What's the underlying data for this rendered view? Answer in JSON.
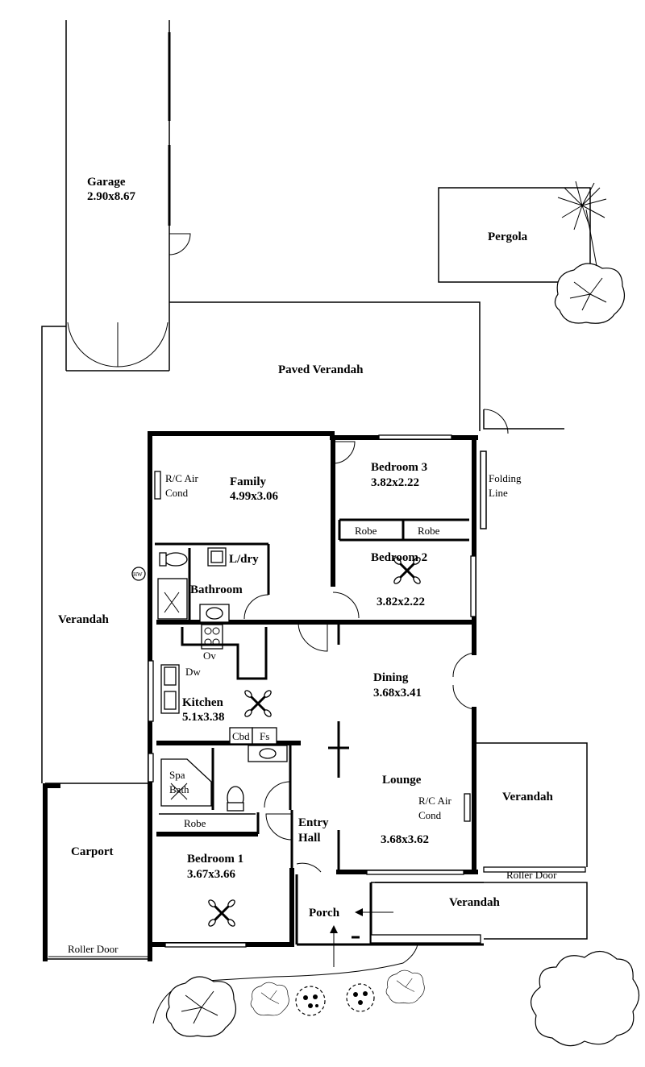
{
  "rooms": {
    "garage": {
      "name": "Garage",
      "size": "2.90x8.67"
    },
    "pergola": {
      "name": "Pergola"
    },
    "paved_verandah": {
      "name": "Paved Verandah"
    },
    "family": {
      "name": "Family",
      "size": "4.99x3.06"
    },
    "bedroom3": {
      "name": "Bedroom 3",
      "size": "3.82x2.22"
    },
    "bedroom2": {
      "name": "Bedroom 2",
      "size": "3.82x2.22"
    },
    "bathroom": {
      "name": "Bathroom"
    },
    "laundry": {
      "name": "L/dry"
    },
    "kitchen": {
      "name": "Kitchen",
      "size": "5.1x3.38"
    },
    "dining": {
      "name": "Dining",
      "size": "3.68x3.41"
    },
    "lounge": {
      "name": "Lounge",
      "size": "3.68x3.62"
    },
    "entry_hall": {
      "line1": "Entry",
      "line2": "Hall"
    },
    "bedroom1": {
      "name": "Bedroom 1",
      "size": "3.67x3.66"
    },
    "carport": {
      "name": "Carport"
    },
    "porch": {
      "name": "Porch"
    },
    "verandah_west": {
      "name": "Verandah"
    },
    "verandah_east": {
      "name": "Verandah"
    },
    "verandah_south": {
      "name": "Verandah"
    }
  },
  "fixtures": {
    "family_aircon": {
      "line1": "R/C Air",
      "line2": "Cond"
    },
    "lounge_aircon": {
      "line1": "R/C Air",
      "line2": "Cond"
    },
    "folding_line": {
      "line1": "Folding",
      "line2": "Line"
    },
    "robe_bed3_a": "Robe",
    "robe_bed3_b": "Robe",
    "robe_bed1": "Robe",
    "oven": "Ov",
    "dishwasher": "Dw",
    "cupboard": "Cbd",
    "fridge_space": "Fs",
    "spa_bath": {
      "line1": "Spa",
      "line2": "Bath"
    },
    "roller_door_carport": "Roller Door",
    "roller_door_verandah": "Roller Door",
    "hot_water": "HW"
  }
}
